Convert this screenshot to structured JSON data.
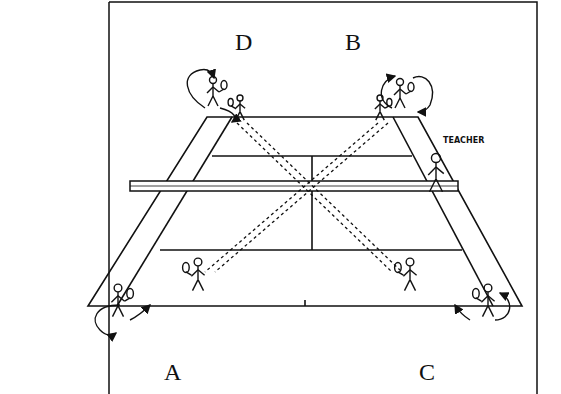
{
  "diagram": {
    "labels": [
      "D",
      "B",
      "A",
      "C",
      "TEACHER"
    ]
  }
}
